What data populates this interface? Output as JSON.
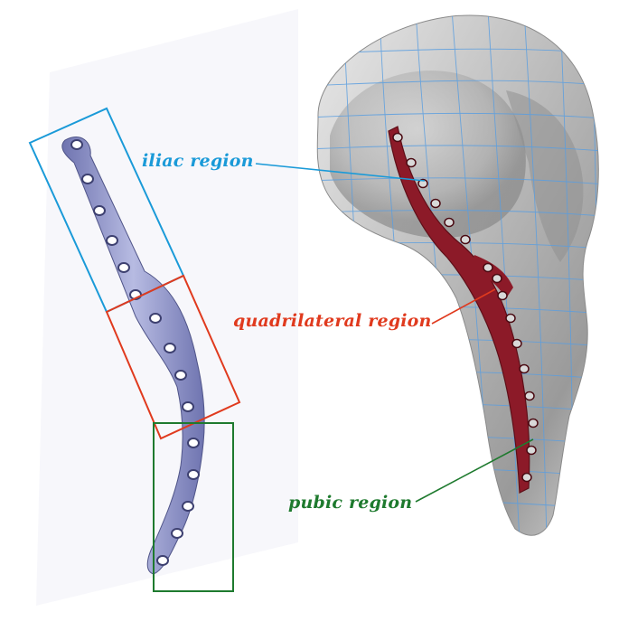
{
  "labels": {
    "iliac": "iliac region",
    "quadrilateral": "quadrilateral region",
    "pubic": "pubic region"
  },
  "colors": {
    "iliac": "#1a9ad8",
    "quadrilateral": "#e03a1e",
    "pubic": "#1e7a2e",
    "plate_left": "#8a8fc4",
    "plate_right": "#8c1a28",
    "bone": "#c9c9c9",
    "mesh": "#5a9ee0"
  },
  "icons": {
    "left_plate": "flat-bone-plate",
    "right_model": "pelvis-with-mounted-plate"
  }
}
